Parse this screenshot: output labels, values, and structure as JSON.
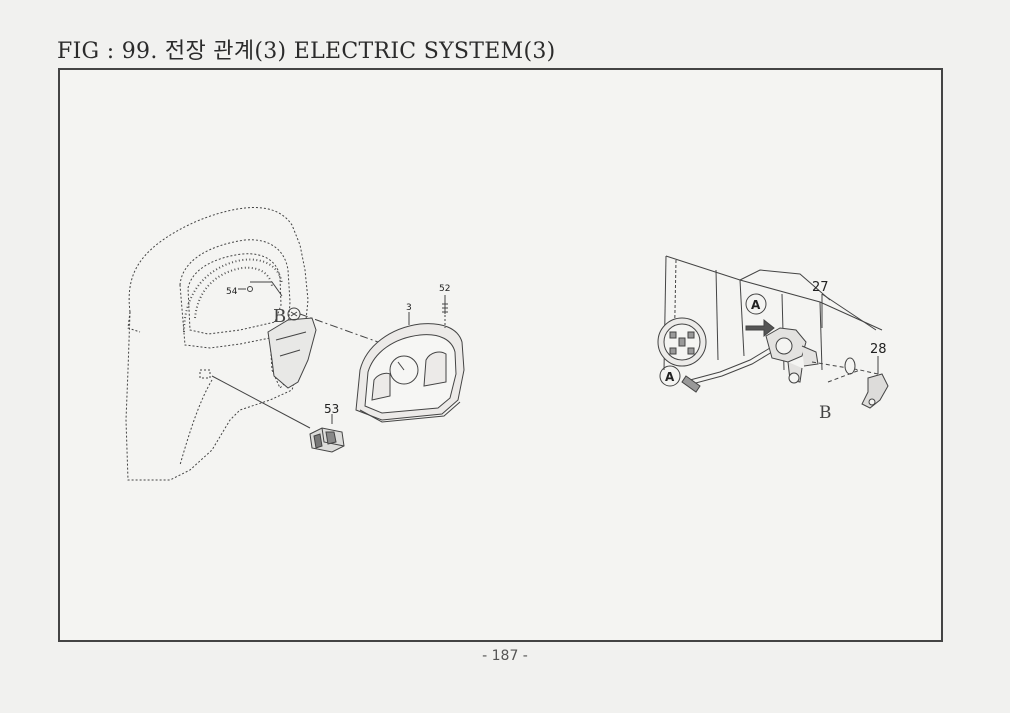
{
  "header": {
    "title": "FIG : 99. 전장 관계(3) ELECTRIC SYSTEM(3)"
  },
  "diagram": {
    "callouts": {
      "p54": "54",
      "p52": "52",
      "p3": "3",
      "p53": "53",
      "p27": "27",
      "p28": "28"
    },
    "refs": {
      "b_left": "B",
      "b_right": "B",
      "a_upper": "A",
      "a_lower": "A"
    }
  },
  "footer": {
    "page_number": "- 187 -"
  }
}
